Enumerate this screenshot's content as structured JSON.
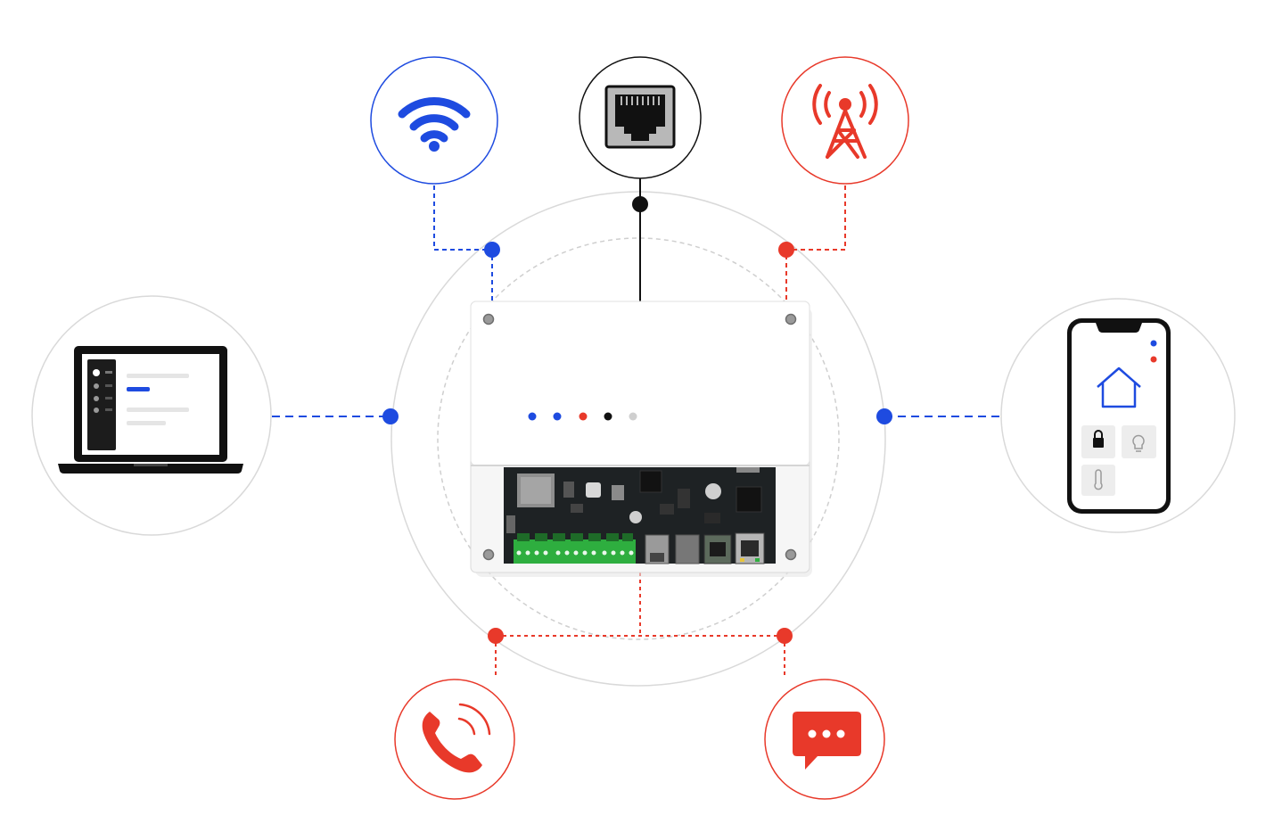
{
  "colors": {
    "blue": "#1E4BE0",
    "red": "#E8392A",
    "black": "#111111",
    "gray_ring": "#D9D9D9",
    "dashed_ring": "#CFCFCF",
    "pcb": "#1E2224",
    "terminal_green": "#2EAE3F"
  },
  "nodes": [
    {
      "id": "wifi",
      "icon": "wifi-icon",
      "color": "blue",
      "link": "dashed"
    },
    {
      "id": "ethernet",
      "icon": "ethernet-port-icon",
      "color": "black",
      "link": "solid"
    },
    {
      "id": "cellular",
      "icon": "cell-tower-icon",
      "color": "red",
      "link": "dashed"
    },
    {
      "id": "laptop",
      "icon": "laptop-icon",
      "color": "gray",
      "link": "dashed"
    },
    {
      "id": "smartphone",
      "icon": "smartphone-app-icon",
      "color": "gray",
      "link": "dashed"
    },
    {
      "id": "phone-call",
      "icon": "phone-call-icon",
      "color": "red",
      "link": "dashed"
    },
    {
      "id": "sms",
      "icon": "sms-chat-icon",
      "color": "red",
      "link": "dashed"
    }
  ],
  "device": {
    "icon": "control-panel-device",
    "status_leds": [
      "blue",
      "blue",
      "red",
      "black",
      "gray"
    ]
  }
}
